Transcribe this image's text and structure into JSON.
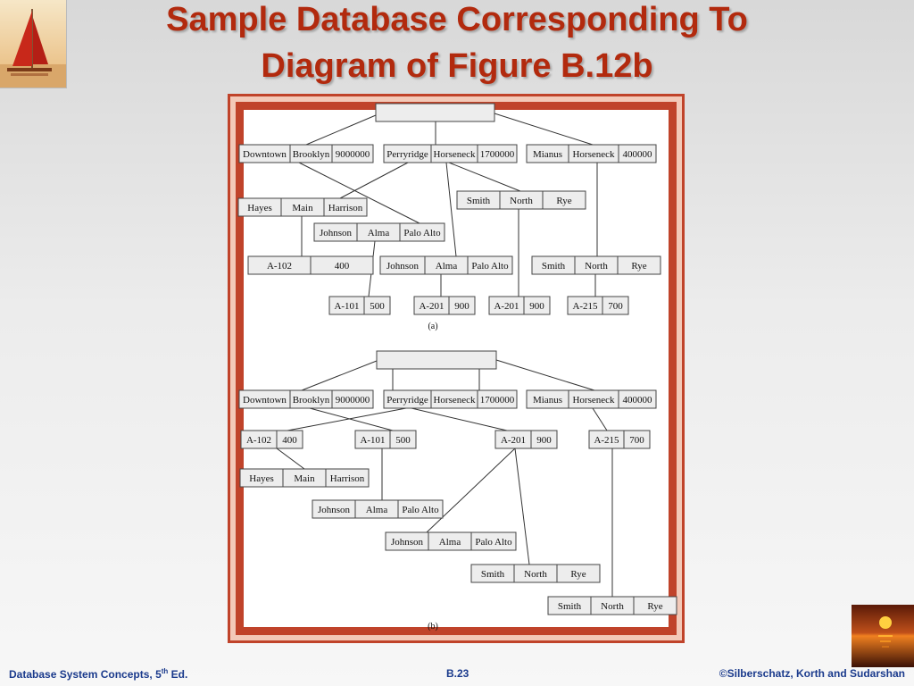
{
  "slide": {
    "title_line1": "Sample Database Corresponding To",
    "title_line2": "Diagram of Figure B.12b"
  },
  "figure": {
    "caption_a": "(a)",
    "caption_b": "(b)",
    "nodes": [
      {
        "id": "a-root",
        "cells": [
          ""
        ]
      },
      {
        "id": "a-downtown",
        "cells": [
          "Downtown",
          "Brooklyn",
          "9000000"
        ]
      },
      {
        "id": "a-perryridge",
        "cells": [
          "Perryridge",
          "Horseneck",
          "1700000"
        ]
      },
      {
        "id": "a-mianus",
        "cells": [
          "Mianus",
          "Horseneck",
          "400000"
        ]
      },
      {
        "id": "a-hayes",
        "cells": [
          "Hayes",
          "Main",
          "Harrison"
        ]
      },
      {
        "id": "a-smith1",
        "cells": [
          "Smith",
          "North",
          "Rye"
        ]
      },
      {
        "id": "a-johnson1",
        "cells": [
          "Johnson",
          "Alma",
          "Palo Alto"
        ]
      },
      {
        "id": "a-a102",
        "cells": [
          "A-102",
          "400"
        ]
      },
      {
        "id": "a-johnson2",
        "cells": [
          "Johnson",
          "Alma",
          "Palo Alto"
        ]
      },
      {
        "id": "a-smith2",
        "cells": [
          "Smith",
          "North",
          "Rye"
        ]
      },
      {
        "id": "a-a101",
        "cells": [
          "A-101",
          "500"
        ]
      },
      {
        "id": "a-a201a",
        "cells": [
          "A-201",
          "900"
        ]
      },
      {
        "id": "a-a201b",
        "cells": [
          "A-201",
          "900"
        ]
      },
      {
        "id": "a-a215",
        "cells": [
          "A-215",
          "700"
        ]
      },
      {
        "id": "b-root",
        "cells": [
          ""
        ]
      },
      {
        "id": "b-downtown",
        "cells": [
          "Downtown",
          "Brooklyn",
          "9000000"
        ]
      },
      {
        "id": "b-perryridge",
        "cells": [
          "Perryridge",
          "Horseneck",
          "1700000"
        ]
      },
      {
        "id": "b-mianus",
        "cells": [
          "Mianus",
          "Horseneck",
          "400000"
        ]
      },
      {
        "id": "b-a102",
        "cells": [
          "A-102",
          "400"
        ]
      },
      {
        "id": "b-a101",
        "cells": [
          "A-101",
          "500"
        ]
      },
      {
        "id": "b-a201",
        "cells": [
          "A-201",
          "900"
        ]
      },
      {
        "id": "b-a215",
        "cells": [
          "A-215",
          "700"
        ]
      },
      {
        "id": "b-hayes",
        "cells": [
          "Hayes",
          "Main",
          "Harrison"
        ]
      },
      {
        "id": "b-johnson1",
        "cells": [
          "Johnson",
          "Alma",
          "Palo Alto"
        ]
      },
      {
        "id": "b-johnson2",
        "cells": [
          "Johnson",
          "Alma",
          "Palo Alto"
        ]
      },
      {
        "id": "b-smith1",
        "cells": [
          "Smith",
          "North",
          "Rye"
        ]
      },
      {
        "id": "b-smith2",
        "cells": [
          "Smith",
          "North",
          "Rye"
        ]
      }
    ]
  },
  "footer": {
    "left_text": "Database System Concepts, 5",
    "left_sup": "th",
    "left_suffix": " Ed.",
    "center": "B.23",
    "right": "©Silberschatz, Korth and Sudarshan"
  }
}
